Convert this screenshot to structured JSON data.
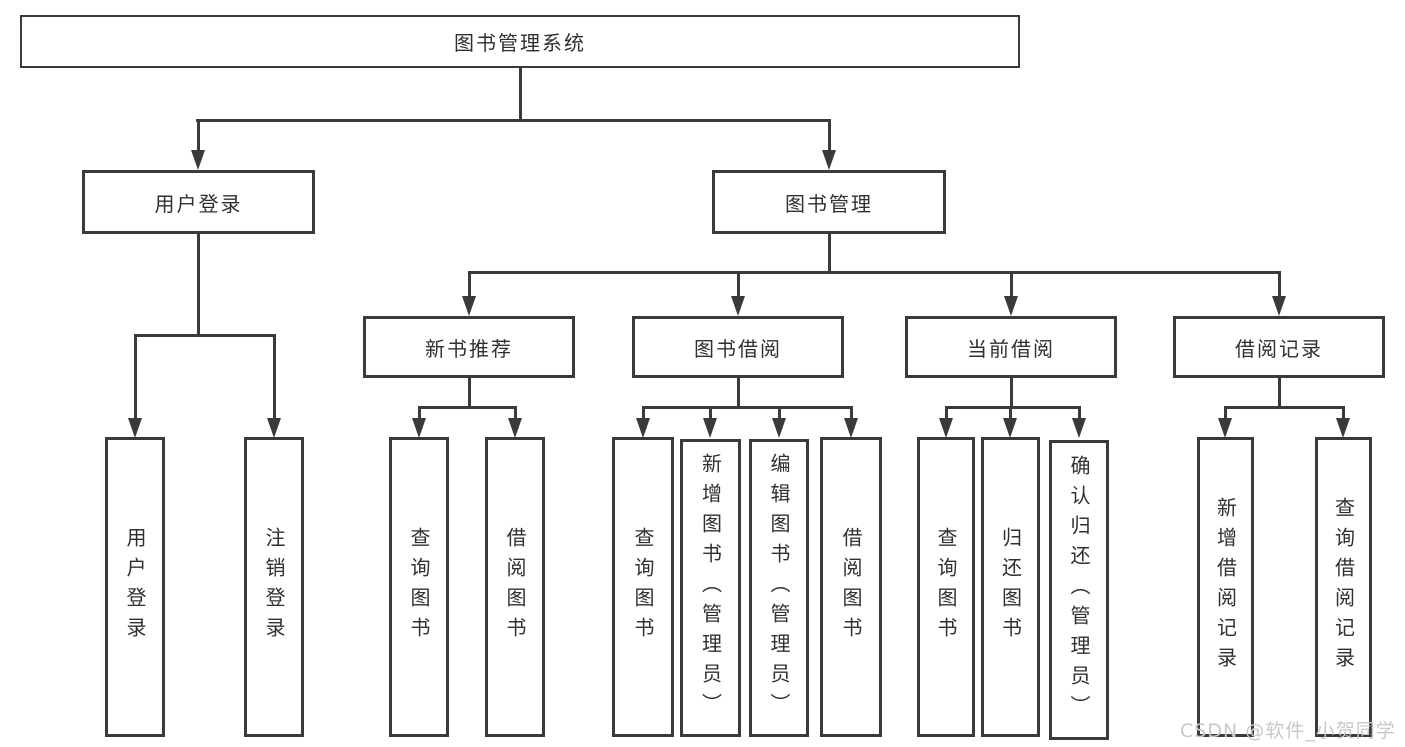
{
  "colors": {
    "box_border": "#3a3a3a",
    "connector_line": "#3a3a3a",
    "text": "#303030",
    "background": "#ffffff",
    "watermark_text": "#c8c8cc"
  },
  "watermark": "CSDN @软件_小贺同学",
  "tree": {
    "root": "图书管理系统",
    "branches": [
      {
        "label": "用户登录",
        "children": [
          "用户登录",
          "注销登录"
        ]
      },
      {
        "label": "图书管理",
        "groups": [
          {
            "label": "新书推荐",
            "children": [
              "查询图书",
              "借阅图书"
            ]
          },
          {
            "label": "图书借阅",
            "children": [
              "查询图书",
              "新增图书（管理员）",
              "编辑图书（管理员）",
              "借阅图书"
            ]
          },
          {
            "label": "当前借阅",
            "children": [
              "查询图书",
              "归还图书",
              "确认归还（管理员）"
            ]
          },
          {
            "label": "借阅记录",
            "children": [
              "新增借阅记录",
              "查询借阅记录"
            ]
          }
        ]
      }
    ]
  }
}
